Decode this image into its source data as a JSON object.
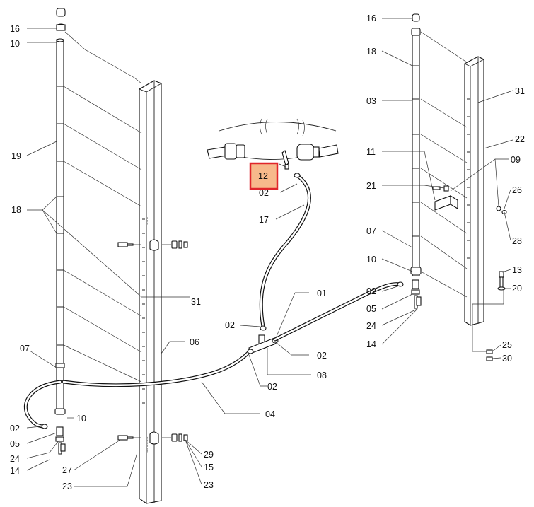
{
  "highlight_color": "#e0262b",
  "highlight_fill": "#f7b98b",
  "callouts": {
    "c16l": "16",
    "c10l": "10",
    "c19": "19",
    "c18l": "18",
    "c31l": "31",
    "c07l": "07",
    "c06": "06",
    "c10b": "10",
    "c02l": "02",
    "c05l": "05",
    "c24l": "24",
    "c14l": "14",
    "c27": "27",
    "c23a": "23",
    "c29": "29",
    "c15": "15",
    "c23b": "23",
    "c04": "04",
    "c02m1": "02",
    "c08": "08",
    "c02m2": "02",
    "c02m3": "02",
    "c01": "01",
    "c17": "17",
    "c02top": "02",
    "c12": "12",
    "c16r": "16",
    "c18r": "18",
    "c03": "03",
    "c11": "11",
    "c21": "21",
    "c07r": "07",
    "c10r": "10",
    "c02r": "02",
    "c05r": "05",
    "c24r": "24",
    "c14r": "14",
    "c31r": "31",
    "c22": "22",
    "c09": "09",
    "c26": "26",
    "c28": "28",
    "c13": "13",
    "c20": "20",
    "c25": "25",
    "c30": "30"
  }
}
